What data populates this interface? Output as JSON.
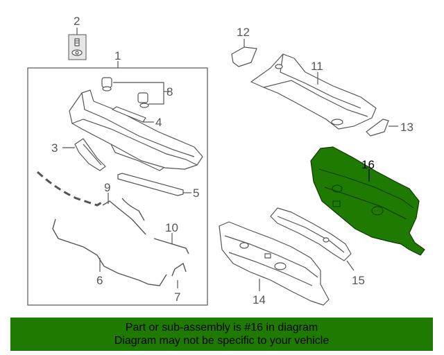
{
  "callouts": {
    "c1": "1",
    "c2": "2",
    "c3": "3",
    "c4": "4",
    "c5": "5",
    "c6": "6",
    "c7": "7",
    "c8": "8",
    "c9": "9",
    "c10": "10",
    "c11": "11",
    "c12": "12",
    "c13": "13",
    "c14": "14",
    "c15": "15",
    "c16": "16"
  },
  "highlight_color": "#1e7a00",
  "banner": {
    "line1": "Part or sub-assembly is #16 in diagram",
    "line2": "Diagram may not be specific to your vehicle"
  }
}
